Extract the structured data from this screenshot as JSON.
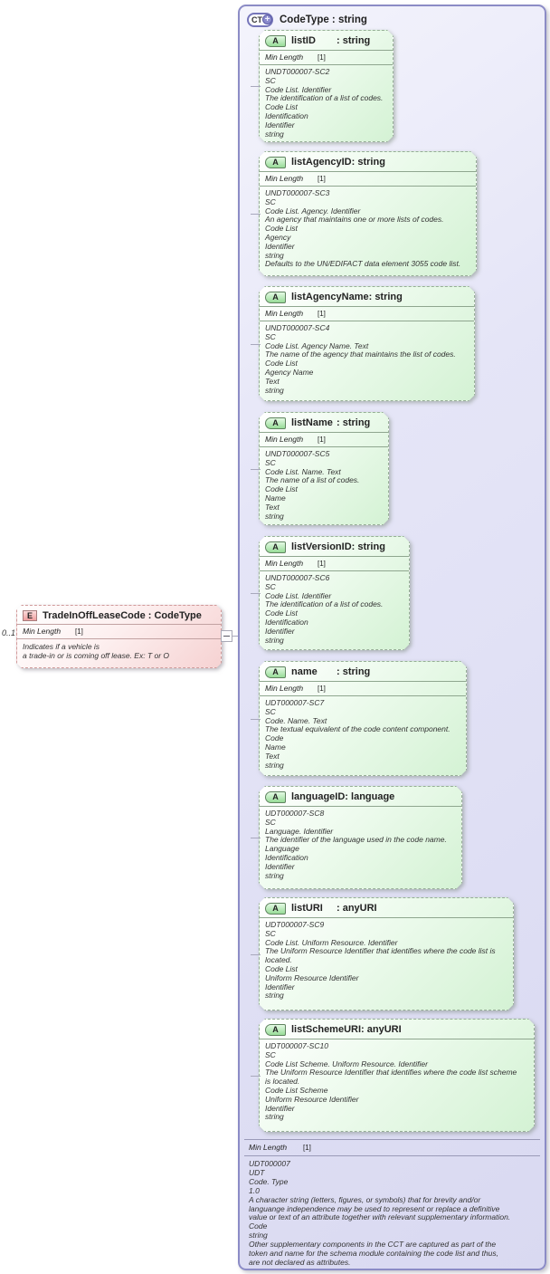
{
  "element": {
    "icon_label": "E",
    "cardinality": "0..1",
    "title": "TradeInOffLeaseCode : CodeType",
    "facet_label": "Min Length",
    "facet_value": "[1]",
    "annotation_lines": [
      "Indicates if a vehicle is",
      "a trade-in or is coming off lease. Ex: T or O"
    ]
  },
  "complex_type": {
    "icon_label": "CT",
    "icon_plus": "+",
    "title": "CodeType : string",
    "facet_label": "Min Length",
    "facet_value": "[1]",
    "annotations": [
      "UDT000007",
      "UDT",
      "Code. Type",
      "1.0",
      "A character string (letters, figures, or symbols) that for brevity and/or",
      "languange independence may be used to represent or replace a definitive",
      "value or text of an attribute together with relevant supplementary information.",
      "Code",
      "string",
      "Other supplementary components in the CCT are captured as part of the",
      "token and name for the schema module containing the code list and thus,",
      "are not declared as attributes."
    ],
    "attributes": [
      {
        "icon_label": "A",
        "name": "listID",
        "type_label": ": string",
        "facet_label": "Min Length",
        "facet_value": "[1]",
        "annotations": [
          "UNDT000007-SC2",
          "SC",
          "Code List. Identifier",
          "The identification of a list of codes.",
          "Code List",
          "Identification",
          "Identifier",
          "string"
        ]
      },
      {
        "icon_label": "A",
        "name": "listAgencyID",
        "type_label": ": string",
        "facet_label": "Min Length",
        "facet_value": "[1]",
        "annotations": [
          "UNDT000007-SC3",
          "SC",
          "Code List. Agency. Identifier",
          "An agency that maintains one or more lists of codes.",
          "Code List",
          "Agency",
          "Identifier",
          "string",
          "Defaults to the UN/EDIFACT data element 3055 code list."
        ]
      },
      {
        "icon_label": "A",
        "name": "listAgencyName",
        "type_label": ": string",
        "facet_label": "Min Length",
        "facet_value": "[1]",
        "annotations": [
          "UNDT000007-SC4",
          "SC",
          "Code List. Agency Name. Text",
          "The name of the agency that maintains the list of codes.",
          "Code List",
          "Agency Name",
          "Text",
          "string"
        ]
      },
      {
        "icon_label": "A",
        "name": "listName",
        "type_label": ": string",
        "facet_label": "Min Length",
        "facet_value": "[1]",
        "annotations": [
          "UNDT000007-SC5",
          "SC",
          "Code List. Name. Text",
          "The name of a list of codes.",
          "Code List",
          "Name",
          "Text",
          "string"
        ]
      },
      {
        "icon_label": "A",
        "name": "listVersionID",
        "type_label": ": string",
        "facet_label": "Min Length",
        "facet_value": "[1]",
        "annotations": [
          "UNDT000007-SC6",
          "SC",
          "Code List. Identifier",
          "The identification of a list of codes.",
          "Code List",
          "Identification",
          "Identifier",
          "string"
        ]
      },
      {
        "icon_label": "A",
        "name": "name",
        "type_label": ": string",
        "facet_label": "Min Length",
        "facet_value": "[1]",
        "annotations": [
          "UDT000007-SC7",
          "SC",
          "Code. Name. Text",
          "The textual equivalent of the code content component.",
          "Code",
          "Name",
          "Text",
          "string"
        ]
      },
      {
        "icon_label": "A",
        "name": "languageID",
        "type_label": ": language",
        "facet_label": null,
        "facet_value": null,
        "annotations": [
          "UDT000007-SC8",
          "SC",
          "Language. Identifier",
          "The identifier of the language used in the code name.",
          "Language",
          "Identification",
          "Identifier",
          "string"
        ]
      },
      {
        "icon_label": "A",
        "name": "listURI",
        "type_label": ": anyURI",
        "facet_label": null,
        "facet_value": null,
        "annotations": [
          "UDT000007-SC9",
          "SC",
          "Code List. Uniform Resource. Identifier",
          "The Uniform Resource Identifier that identifies where the code list is",
          "located.",
          "Code List",
          "Uniform Resource Identifier",
          "Identifier",
          "string"
        ]
      },
      {
        "icon_label": "A",
        "name": "listSchemeURI",
        "type_label": ": anyURI",
        "facet_label": null,
        "facet_value": null,
        "annotations": [
          "UDT000007-SC10",
          "SC",
          "Code List Scheme. Uniform Resource. Identifier",
          "The Uniform Resource Identifier that identifies where the code list scheme",
          "is located.",
          "Code List Scheme",
          "Uniform Resource Identifier",
          "Identifier",
          "string"
        ]
      }
    ]
  },
  "colors": {
    "complex_type_fill": "#dcdcf2",
    "complex_type_border": "#8c8cc6",
    "attribute_fill": "#d4f2d4",
    "attribute_icon": "#98dc98",
    "element_fill": "#f6d2d2",
    "element_icon": "#ef9e9e",
    "connector": "#a8a8bc"
  }
}
